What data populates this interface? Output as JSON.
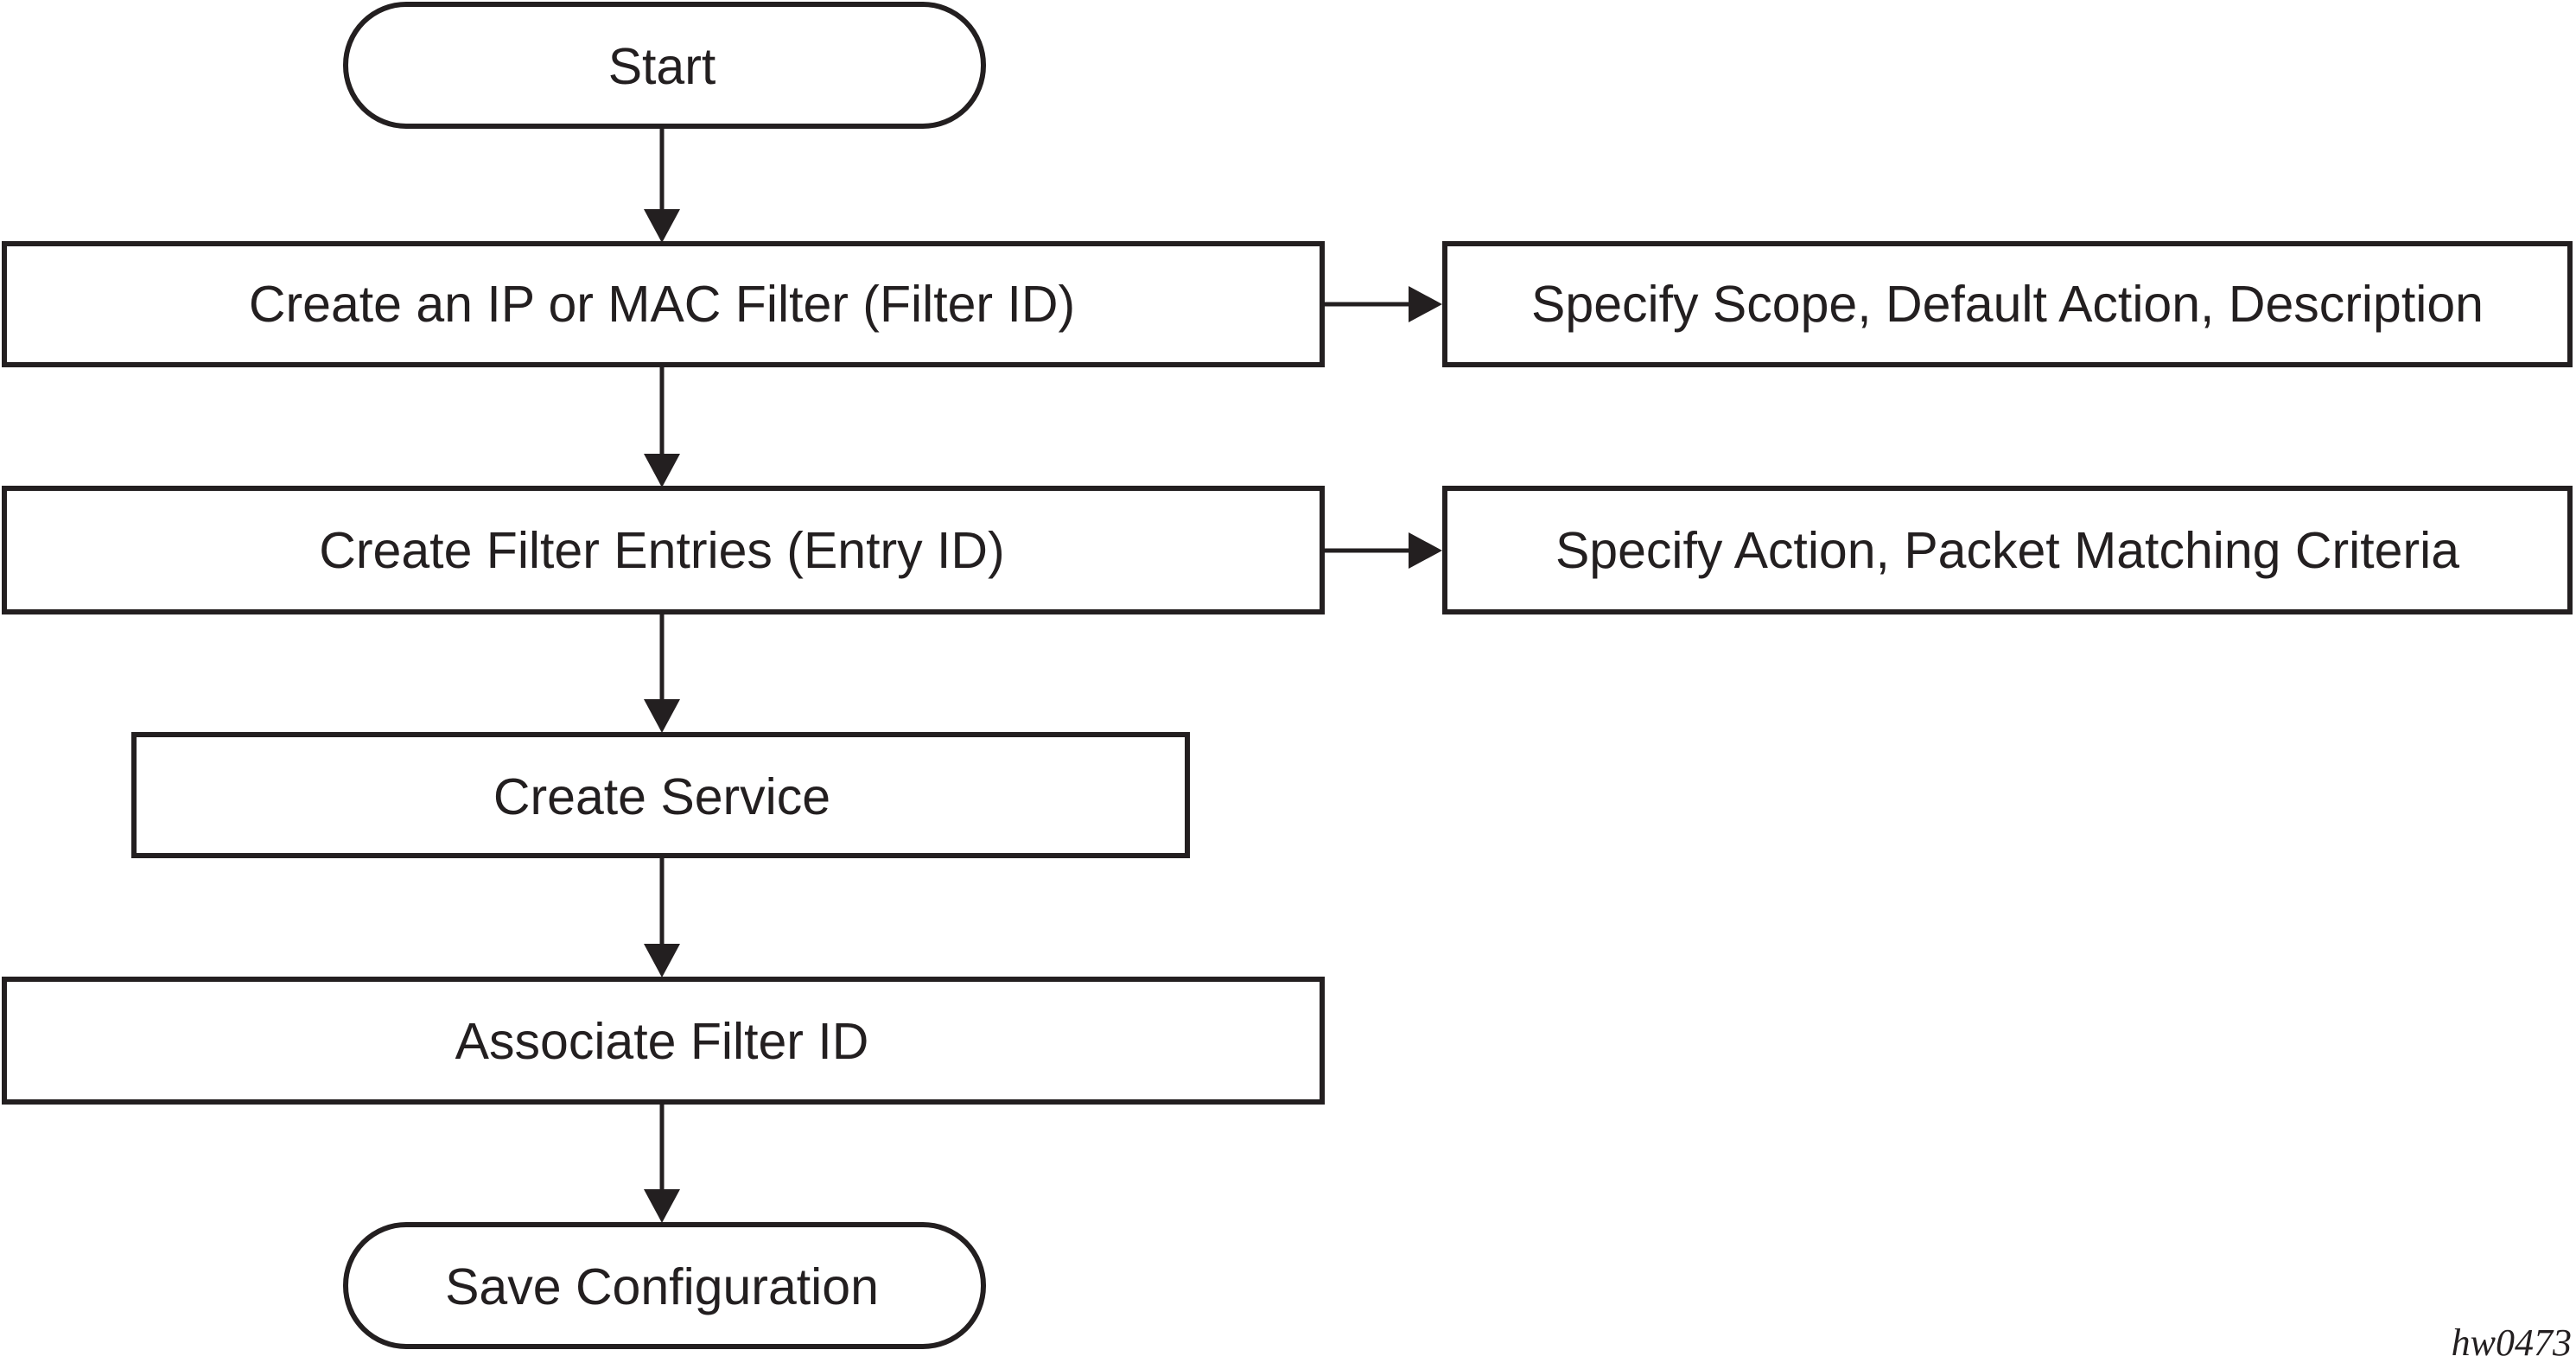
{
  "diagram": {
    "colors": {
      "stroke": "#231f20",
      "fill": "#ffffff",
      "text": "#231f20"
    },
    "nodes": {
      "start": {
        "label": "Start",
        "shape": "terminator"
      },
      "create_filter": {
        "label": "Create an IP or MAC Filter (Filter ID)",
        "shape": "process"
      },
      "specify_scope": {
        "label": "Specify Scope, Default Action, Description",
        "shape": "process"
      },
      "create_entries": {
        "label": "Create Filter Entries (Entry ID)",
        "shape": "process"
      },
      "specify_action": {
        "label": "Specify Action, Packet Matching Criteria",
        "shape": "process"
      },
      "create_service": {
        "label": "Create Service",
        "shape": "process"
      },
      "associate_filter": {
        "label": "Associate Filter ID",
        "shape": "process"
      },
      "save_config": {
        "label": "Save Configuration",
        "shape": "terminator"
      }
    },
    "edges": [
      {
        "from": "start",
        "to": "create_filter"
      },
      {
        "from": "create_filter",
        "to": "specify_scope"
      },
      {
        "from": "create_filter",
        "to": "create_entries"
      },
      {
        "from": "create_entries",
        "to": "specify_action"
      },
      {
        "from": "create_entries",
        "to": "create_service"
      },
      {
        "from": "create_service",
        "to": "associate_filter"
      },
      {
        "from": "associate_filter",
        "to": "save_config"
      }
    ],
    "figure_id": "hw0473"
  }
}
